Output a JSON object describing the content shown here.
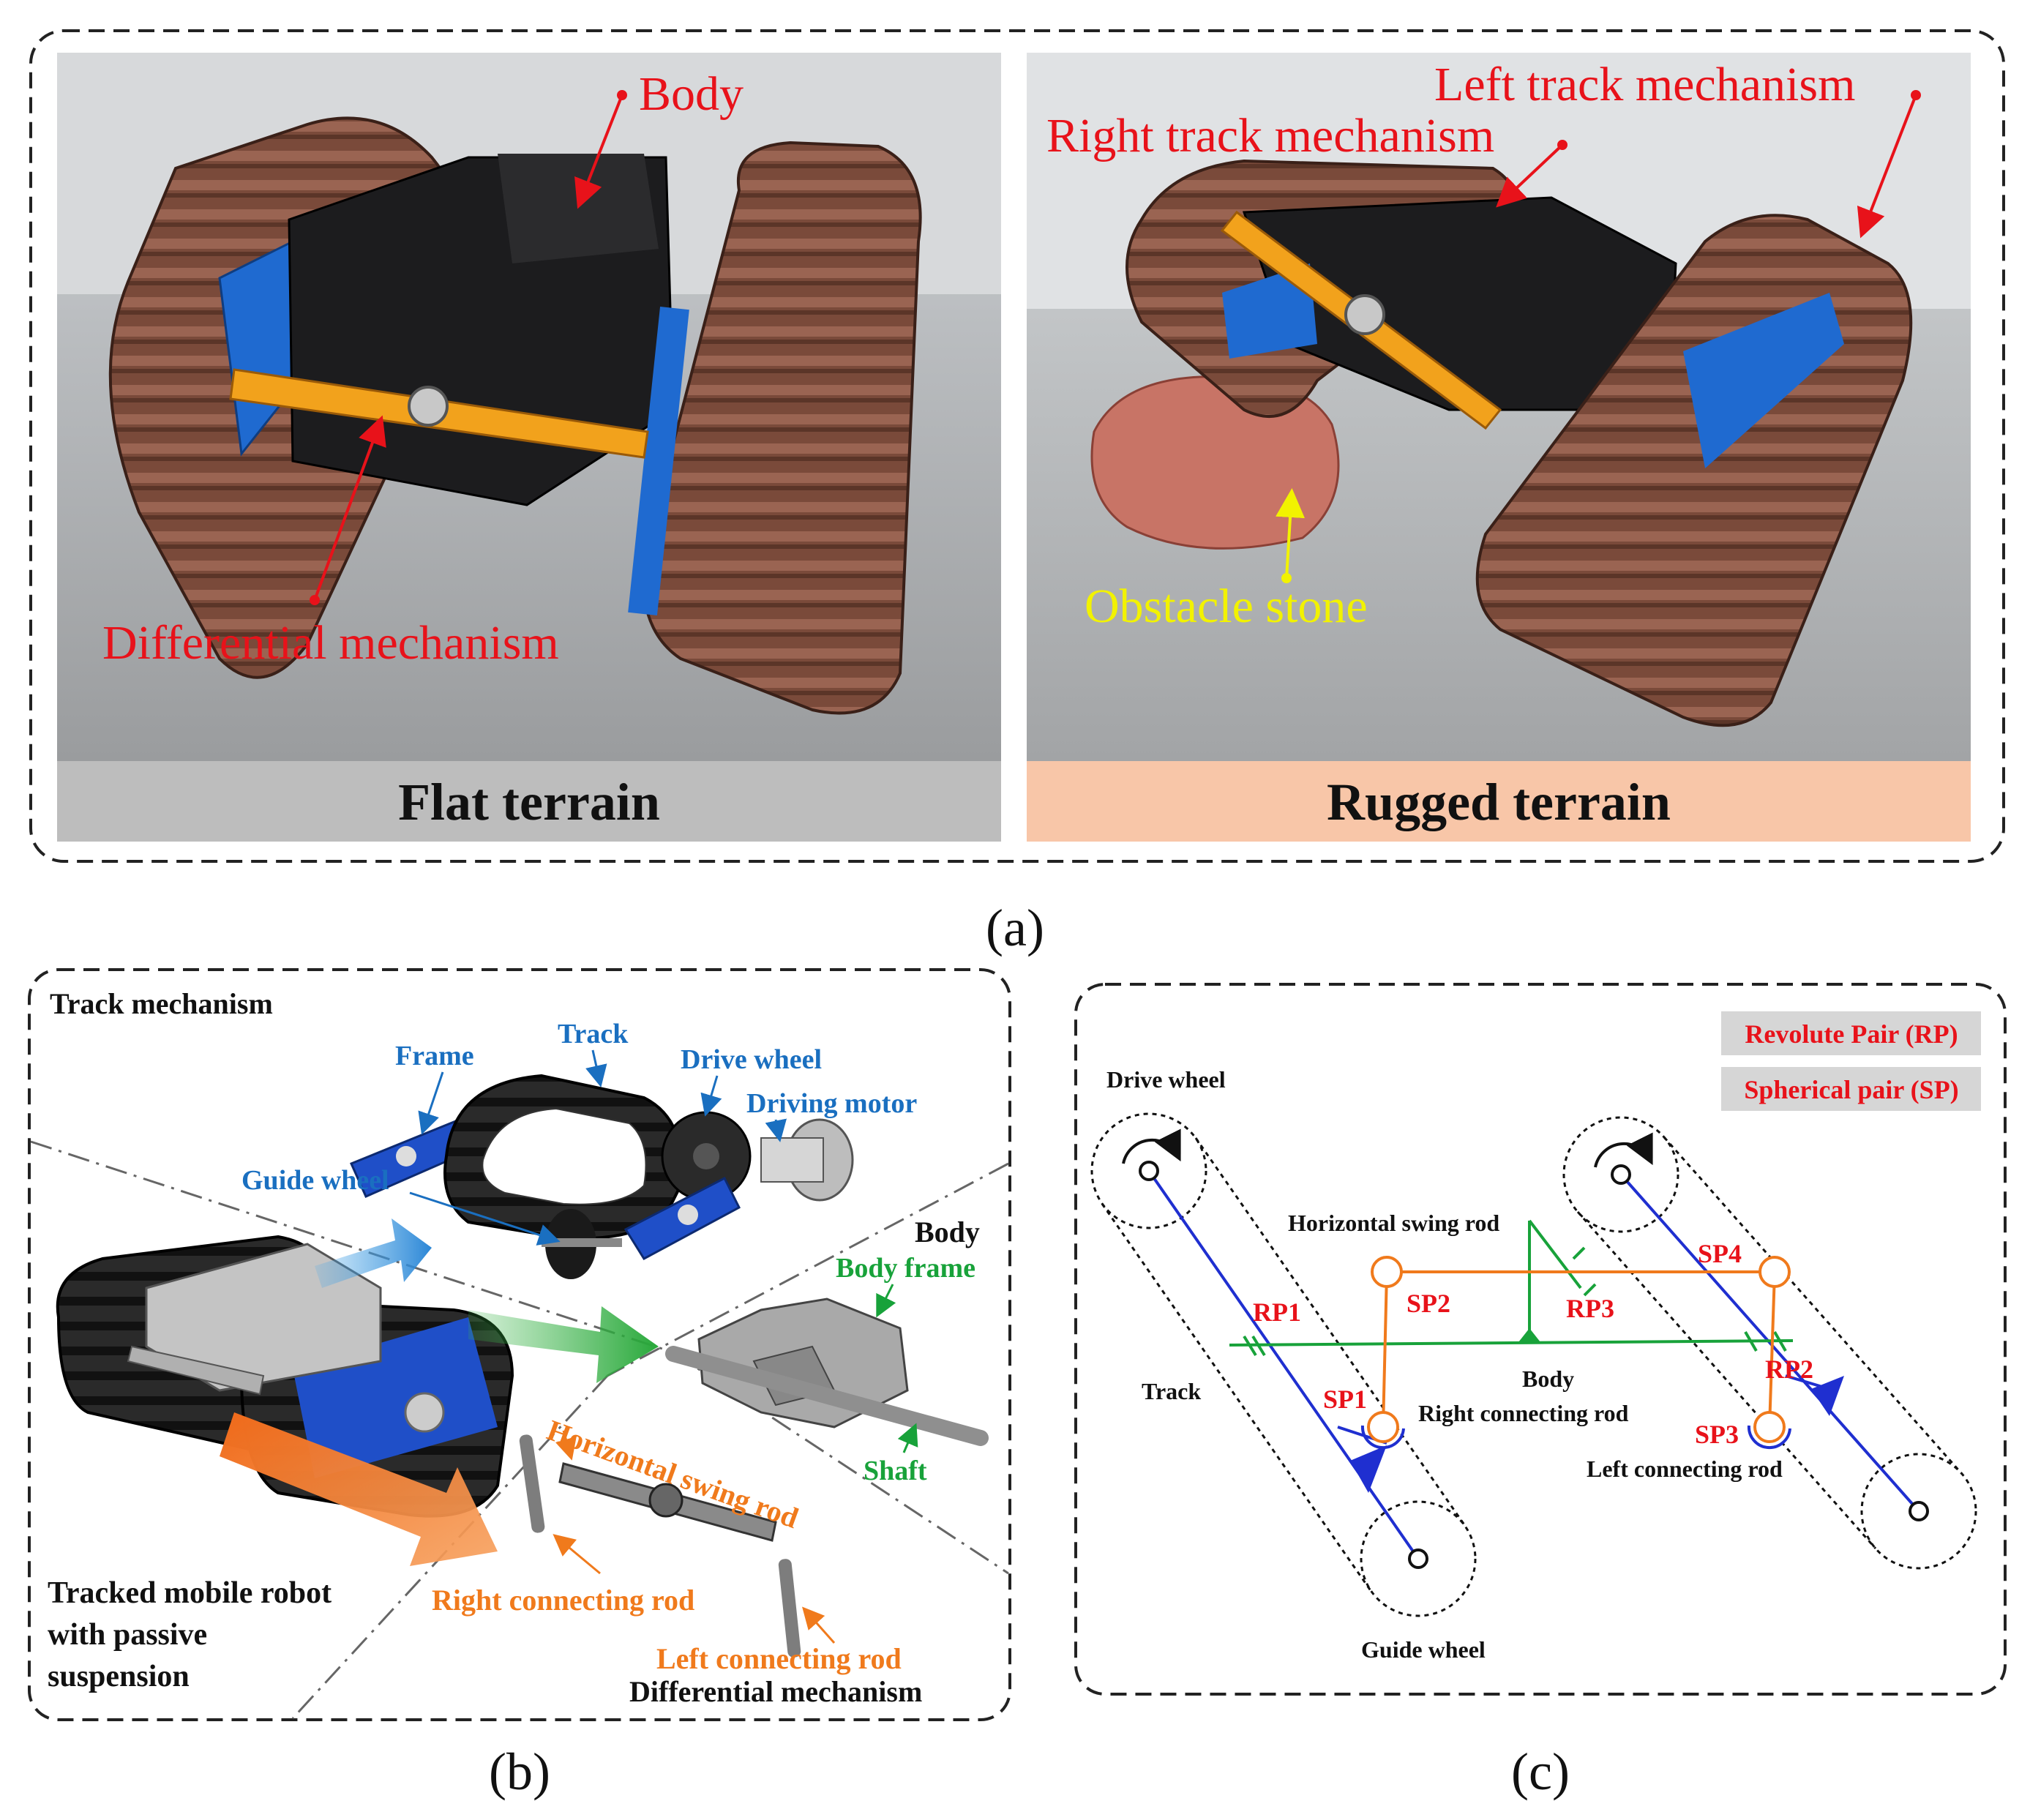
{
  "panel_a": {
    "caption": "(a)",
    "left_photo": {
      "label_body": "Body",
      "label_differential": "Differential mechanism",
      "banner": "Flat terrain"
    },
    "right_photo": {
      "label_left_track": "Left track mechanism",
      "label_right_track": "Right track mechanism",
      "label_obstacle": "Obstacle stone",
      "banner": "Rugged terrain"
    },
    "colors": {
      "flat_banner": "#bdbdbd",
      "rugged_banner": "#f8c6a8",
      "callout": "#e8121a",
      "obstacle": "#f2f200"
    }
  },
  "panel_b": {
    "caption": "(b)",
    "title_track": "Track mechanism",
    "frame": "Frame",
    "track": "Track",
    "drive_wheel": "Drive wheel",
    "driving_motor": "Driving motor",
    "guide_wheel": "Guide wheel",
    "body": "Body",
    "body_frame": "Body frame",
    "shaft": "Shaft",
    "horizontal_swing_rod": "Horizontal swing rod",
    "right_connecting_rod": "Right connecting rod",
    "left_connecting_rod": "Left connecting rod",
    "differential_mechanism": "Differential mechanism",
    "robot_line1": "Tracked mobile robot",
    "robot_line2": "with passive",
    "robot_line3": "suspension"
  },
  "panel_c": {
    "caption": "(c)",
    "legend_rp": "Revolute Pair (RP)",
    "legend_sp": "Spherical pair (SP)",
    "drive_wheel": "Drive wheel",
    "guide_wheel": "Guide wheel",
    "track": "Track",
    "body": "Body",
    "horizontal_swing_rod": "Horizontal swing rod",
    "right_connecting_rod": "Right connecting rod",
    "left_connecting_rod": "Left connecting rod",
    "rp1": "RP1",
    "rp2": "RP2",
    "rp3": "RP3",
    "sp1": "SP1",
    "sp2": "SP2",
    "sp3": "SP3",
    "sp4": "SP4"
  }
}
